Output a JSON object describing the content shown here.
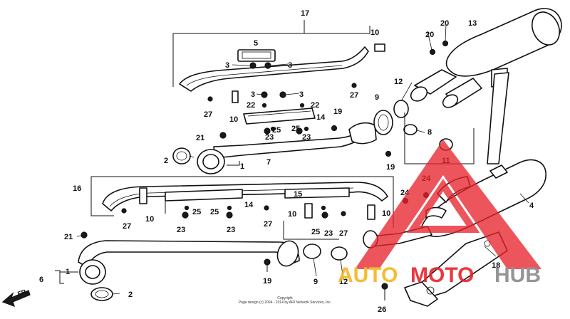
{
  "diagram": {
    "callouts": {
      "c1a": "1",
      "c1b": "1",
      "c2a": "2",
      "c2b": "2",
      "c3a": "3",
      "c3b": "3",
      "c3c": "3",
      "c3d": "3",
      "c4": "4",
      "c5": "5",
      "c6": "6",
      "c7": "7",
      "c8": "8",
      "c9a": "9",
      "c9b": "9",
      "c10a": "10",
      "c10b": "10",
      "c10c": "10",
      "c10d": "10",
      "c10e": "10",
      "c11": "11",
      "c12a": "12",
      "c12b": "12",
      "c13": "13",
      "c14a": "14",
      "c14b": "14",
      "c15": "15",
      "c16": "16",
      "c17": "17",
      "c18": "18",
      "c19a": "19",
      "c19b": "19",
      "c19c": "19",
      "c20": "20",
      "c20b": "20",
      "c21a": "21",
      "c21b": "21",
      "c22a": "22",
      "c22b": "22",
      "c23a": "23",
      "c23b": "23",
      "c23c": "23",
      "c23d": "23",
      "c23e": "23",
      "c24a": "24",
      "c24b": "24",
      "c25a": "25",
      "c25b": "25",
      "c25c": "25",
      "c25d": "25",
      "c25e": "25",
      "c26": "26",
      "c27a": "27",
      "c27b": "27",
      "c27c": "27",
      "c27d": "27",
      "c27e": "27"
    },
    "direction_label": "FR.",
    "copyright_line1": "Copyright",
    "copyright_line2": "Page design (c) 2004 - 2014 by ARI Network Services, Inc."
  },
  "watermark": {
    "text_auto": "AUTO",
    "text_moto": "MOTO",
    "text_hub": "HUB",
    "color_red": "#e8222a",
    "color_yellow": "#f5b51f",
    "color_gray": "#8a8a8a"
  }
}
